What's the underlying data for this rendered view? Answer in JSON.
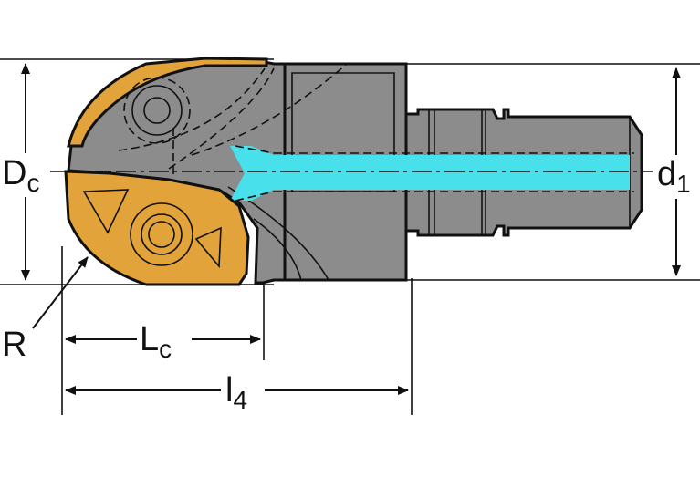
{
  "labels": {
    "dc_main": "D",
    "dc_sub": "c",
    "d1_main": "d",
    "d1_sub": "1",
    "r": "R",
    "lc_main": "L",
    "lc_sub": "c",
    "l4_main": "l",
    "l4_sub": "4"
  },
  "colors": {
    "steel": "#8c8c8c",
    "steel_dark": "#6f6f6f",
    "insert_gold": "#e3a33b",
    "insert_gold_light": "#f1c06a",
    "coolant": "#48e0ea",
    "line": "#111111"
  }
}
